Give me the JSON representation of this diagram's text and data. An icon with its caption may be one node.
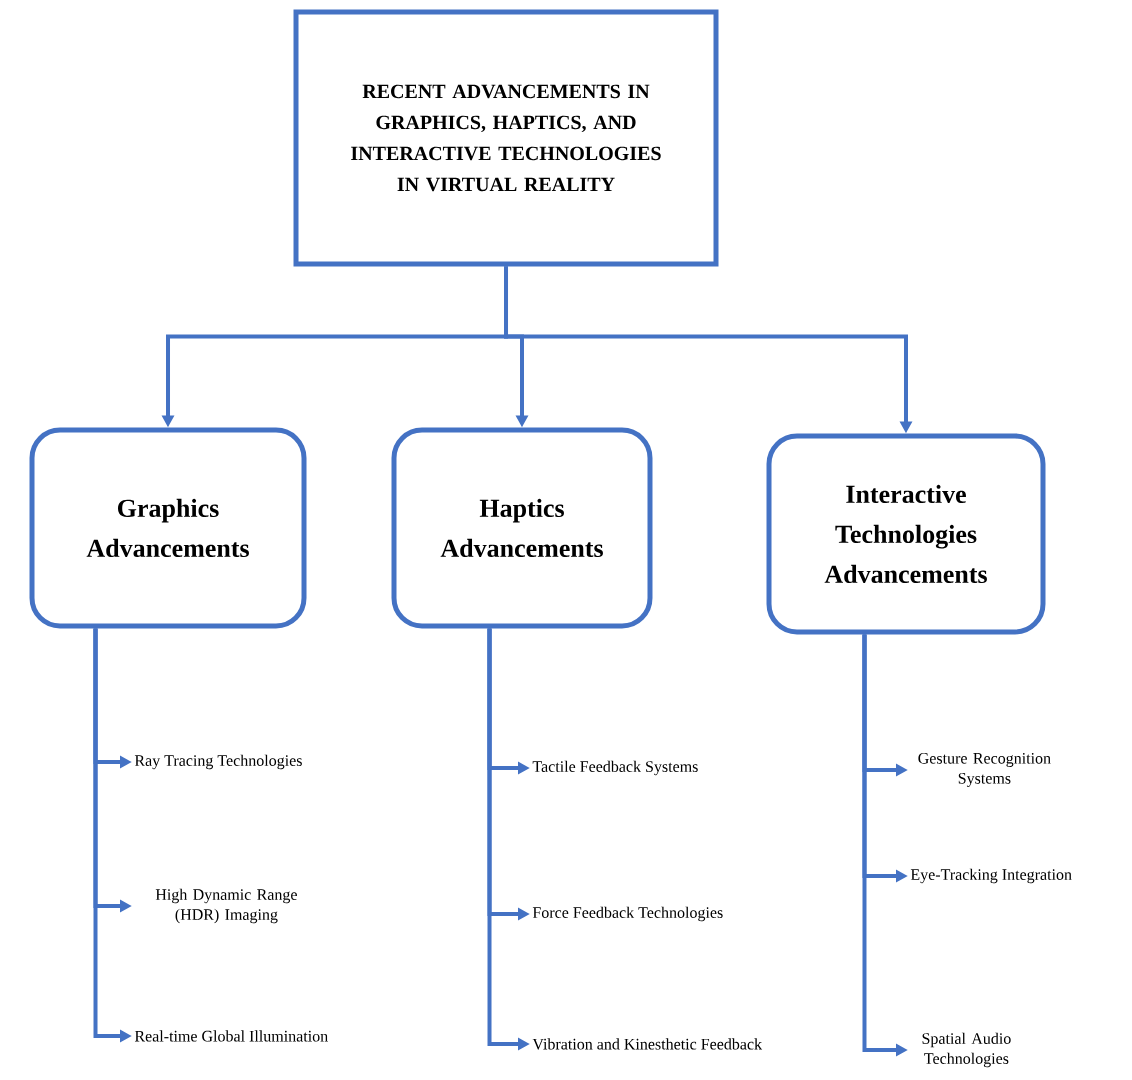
{
  "diagram": {
    "nodes": [
      {
        "text": [
          "RECENT ADVANCEMENTS IN GRAPHICS, HAPTICS, AND INTERACTIVE TECHNOLOGIES IN VIRTUAL REALITY"
        ]
      },
      {
        "text": [
          "Graphics Advancements"
        ]
      },
      {
        "text": [
          "Haptics Advancements"
        ]
      },
      {
        "text": [
          "Interactive Technologies Advancements"
        ]
      },
      {
        "text": [
          "Ray Tracing Technologies"
        ]
      },
      {
        "text": [
          "High Dynamic Range (HDR) Imaging"
        ]
      },
      {
        "text": [
          "Real-time Global Illumination"
        ]
      },
      {
        "text": [
          "Tactile Feedback Systems"
        ]
      },
      {
        "text": [
          "Force Feedback Technologies"
        ]
      },
      {
        "text": [
          "Vibration and Kinesthetic Feedback"
        ]
      },
      {
        "text": [
          "Gesture Recognition Systems"
        ]
      },
      {
        "text": [
          "Eye-Tracking Integration"
        ]
      },
      {
        "text": [
          "Spatial Audio Technologies"
        ]
      }
    ],
    "edges": [
      {
        "from": 0,
        "to": 1,
        "arrow": "to"
      },
      {
        "from": 0,
        "to": 2,
        "arrow": "to"
      },
      {
        "from": 0,
        "to": 3,
        "arrow": "to"
      },
      {
        "from": 1,
        "to": 4,
        "arrow": "to"
      },
      {
        "from": 1,
        "to": 5,
        "arrow": "to"
      },
      {
        "from": 1,
        "to": 6,
        "arrow": "to"
      },
      {
        "from": 2,
        "to": 7,
        "arrow": "to"
      },
      {
        "from": 2,
        "to": 8,
        "arrow": "to"
      },
      {
        "from": 2,
        "to": 9,
        "arrow": "to"
      },
      {
        "from": 3,
        "to": 10,
        "arrow": "to"
      },
      {
        "from": 3,
        "to": 11,
        "arrow": "to"
      },
      {
        "from": 3,
        "to": 12,
        "arrow": "to"
      }
    ]
  }
}
